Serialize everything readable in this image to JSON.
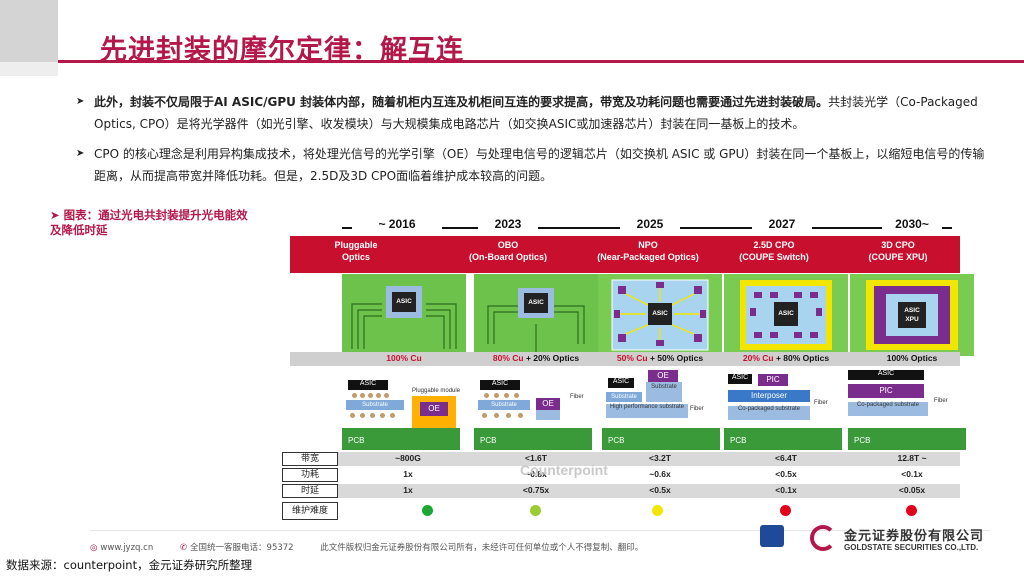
{
  "header": {
    "title": "先进封装的摩尔定律：解互连"
  },
  "bullets": [
    {
      "bold": "此外，封装不仅局限于AI ASIC/GPU 封装体内部，随着机柜内互连及机柜间互连的要求提高，带宽及功耗问题也需要通过先进封装破局。",
      "text": "共封装光学（Co-Packaged Optics, CPO）是将光学器件（如光引擎、收发模块）与大规模集成电路芯片（如交换ASIC或加速器芯片）封装在同一基板上的技术。"
    },
    {
      "bold": "",
      "text": "CPO 的核心理念是利用异构集成技术，将处理光信号的光学引擎（OE）与处理电信号的逻辑芯片（如交换机 ASIC 或 GPU）封装在同一个基板上，以缩短电信号的传输距离，从而提高带宽并降低功耗。但是，2.5D及3D CPO面临着维护成本较高的问题。"
    }
  ],
  "figure_caption": "图表：通过光电共封装提升光电能效及降低时延",
  "figure": {
    "years": [
      "~ 2016",
      "2023",
      "2025",
      "2027",
      "2030~"
    ],
    "stages": [
      {
        "name": "Pluggable",
        "sub": "Optics"
      },
      {
        "name": "OBO",
        "sub": "(On-Board Optics)"
      },
      {
        "name": "NPO",
        "sub": "(Near-Packaged Optics)"
      },
      {
        "name": "2.5D CPO",
        "sub": "(COUPE Switch)"
      },
      {
        "name": "3D CPO",
        "sub": "(COUPE XPU)"
      }
    ],
    "mix": [
      {
        "cu": "100% Cu",
        "opt": ""
      },
      {
        "cu": "80% Cu",
        "opt": " + 20% Optics"
      },
      {
        "cu": "50% Cu",
        "opt": " + 50% Optics"
      },
      {
        "cu": "20% Cu",
        "opt": " + 80% Optics"
      },
      {
        "cu": "",
        "opt": "100% Optics"
      }
    ],
    "chip_labels": {
      "asic": "ASIC",
      "xpu": "XPU",
      "oe": "OE",
      "pic": "PIC",
      "pcb": "PCB",
      "substrate": "Substrate",
      "fiber": "Fiber",
      "pluggable_module": "Pluggable module",
      "interposer": "Interposer",
      "high_perf": "High performance substrate",
      "co_packaged": "Co-packaged substrate"
    },
    "metrics": [
      {
        "label": "带宽",
        "values": [
          "~800G",
          "<1.6T",
          "<3.2T",
          "<6.4T",
          "12.8T ~"
        ]
      },
      {
        "label": "功耗",
        "values": [
          "1x",
          "~0.8x",
          "~0.6x",
          "<0.5x",
          "<0.1x"
        ]
      },
      {
        "label": "时延",
        "values": [
          "1x",
          "<0.75x",
          "<0.5x",
          "<0.1x",
          "<0.05x"
        ]
      }
    ],
    "maintenance": {
      "label": "维护难度",
      "colors": [
        "#1aa832",
        "#9acd32",
        "#f2e600",
        "#e3001b",
        "#e3001b"
      ]
    },
    "watermark": "Counterpoint"
  },
  "footer": {
    "site": "www.jyzq.cn",
    "hotline": "全国统一客服电话：95372",
    "copyright": "此文件版权归金元证券股份有限公司所有，未经许可任何单位或个人不得复制、翻印。",
    "company_cn": "金元证券股份有限公司",
    "company_en": "GOLDSTATE SECURITIES CO.,LTD."
  },
  "source": "数据来源：counterpoint，金元证券研究所整理"
}
